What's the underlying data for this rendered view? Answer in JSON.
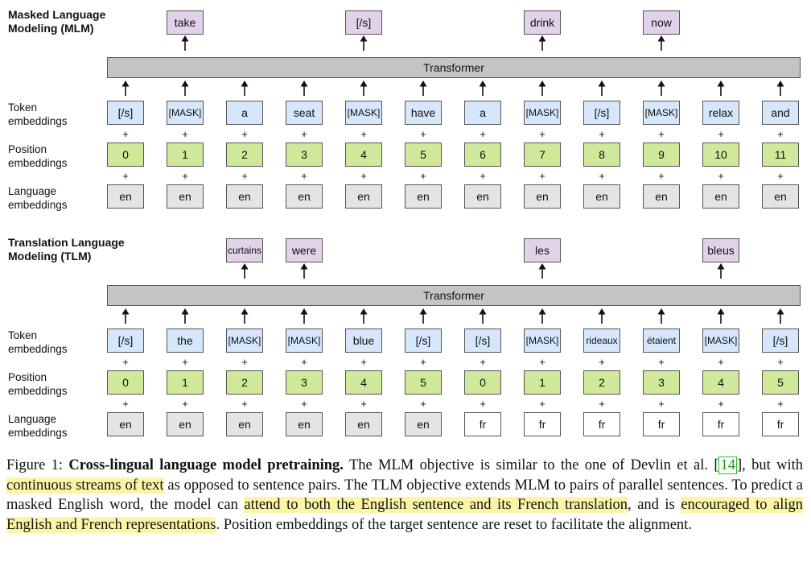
{
  "mlm": {
    "title_line1": "Masked Language",
    "title_line2": "Modeling (MLM)",
    "transformer_label": "Transformer",
    "outputs": [
      {
        "col": 1,
        "text": "take"
      },
      {
        "col": 4,
        "text": "[/s]"
      },
      {
        "col": 7,
        "text": "drink"
      },
      {
        "col": 9,
        "text": "now"
      }
    ],
    "tokens": [
      "[/s]",
      "[MASK]",
      "a",
      "seat",
      "[MASK]",
      "have",
      "a",
      "[MASK]",
      "[/s]",
      "[MASK]",
      "relax",
      "and"
    ],
    "positions": [
      "0",
      "1",
      "2",
      "3",
      "4",
      "5",
      "6",
      "7",
      "8",
      "9",
      "10",
      "11"
    ],
    "languages": [
      "en",
      "en",
      "en",
      "en",
      "en",
      "en",
      "en",
      "en",
      "en",
      "en",
      "en",
      "en"
    ]
  },
  "tlm": {
    "title_line1": "Translation Language",
    "title_line2": "Modeling (TLM)",
    "transformer_label": "Transformer",
    "outputs": [
      {
        "col": 2,
        "text": "curtains"
      },
      {
        "col": 3,
        "text": "were"
      },
      {
        "col": 7,
        "text": "les"
      },
      {
        "col": 10,
        "text": "bleus"
      }
    ],
    "tokens": [
      "[/s]",
      "the",
      "[MASK]",
      "[MASK]",
      "blue",
      "[/s]",
      "[/s]",
      "[MASK]",
      "rideaux",
      "étaient",
      "[MASK]",
      "[/s]"
    ],
    "positions": [
      "0",
      "1",
      "2",
      "3",
      "4",
      "5",
      "0",
      "1",
      "2",
      "3",
      "4",
      "5"
    ],
    "languages": [
      "en",
      "en",
      "en",
      "en",
      "en",
      "en",
      "fr",
      "fr",
      "fr",
      "fr",
      "fr",
      "fr"
    ]
  },
  "row_labels": {
    "token_line1": "Token",
    "token_line2": "embeddings",
    "position_line1": "Position",
    "position_line2": "embeddings",
    "language_line1": "Language",
    "language_line2": "embeddings"
  },
  "plus_symbol": "+",
  "caption": {
    "figure_label": "Figure 1:",
    "bold_title": "Cross-lingual language model pretraining.",
    "t1": "The MLM objective is similar to the one of Devlin et al. [",
    "ref": "14",
    "t2": "], but with ",
    "h1": "continuous streams of text",
    "t3": " as opposed to sentence pairs. The TLM objective extends MLM to pairs of parallel sentences. To predict a masked English word, the model can ",
    "h2": "attend to both the English sentence and its French translation",
    "t4": ", and is ",
    "h3": "encouraged to align English and French representations",
    "t5": ". Position embeddings of the target sentence are reset to facilitate the alignment."
  },
  "colors": {
    "token": "#d6e6fb",
    "position": "#cfe89a",
    "language_en": "#e4e4e4",
    "language_fr": "#ffffff",
    "output": "#e1d2ea",
    "transformer": "#c4c4c4",
    "highlight": "#fdf5a6"
  }
}
